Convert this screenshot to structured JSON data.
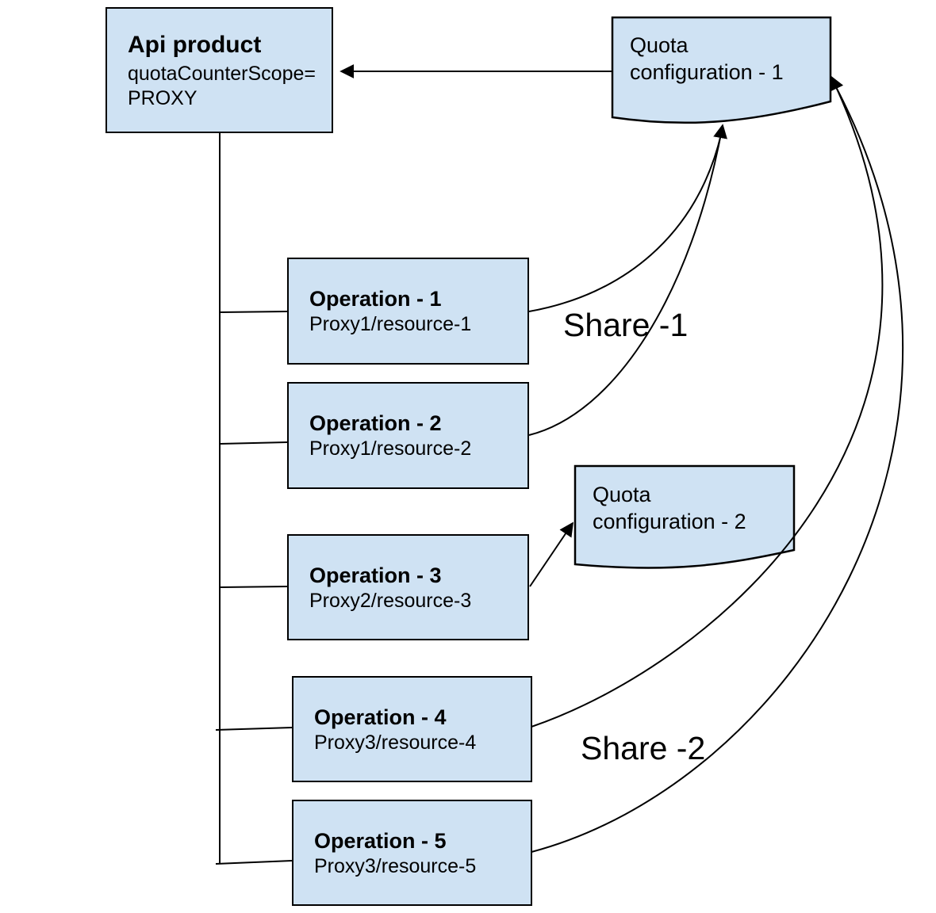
{
  "diagram": {
    "api_product": {
      "title": "Api product",
      "scope_line1": "quotaCounterScope=",
      "scope_line2": "PROXY"
    },
    "quota_config_1": {
      "line1": "Quota",
      "line2": "configuration - 1"
    },
    "quota_config_2": {
      "line1": "Quota",
      "line2": "configuration - 2"
    },
    "operations": [
      {
        "title": "Operation - 1",
        "path": "Proxy1/resource-1"
      },
      {
        "title": "Operation - 2",
        "path": "Proxy1/resource-2"
      },
      {
        "title": "Operation - 3",
        "path": "Proxy2/resource-3"
      },
      {
        "title": "Operation - 4",
        "path": "Proxy3/resource-4"
      },
      {
        "title": "Operation - 5",
        "path": "Proxy3/resource-5"
      }
    ],
    "labels": {
      "share1": "Share -1",
      "share2": "Share -2"
    },
    "colors": {
      "node_fill": "#cfe2f3",
      "node_border": "#000000",
      "connector": "#000000",
      "background": "#ffffff",
      "text": "#000000"
    }
  }
}
